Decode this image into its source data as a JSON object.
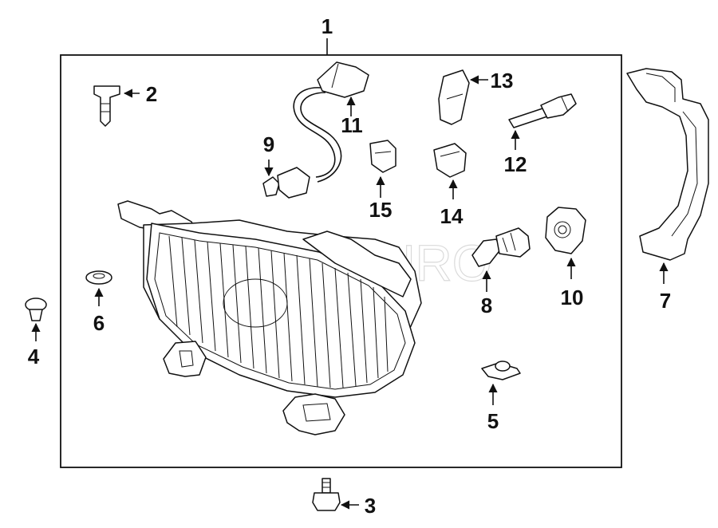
{
  "callouts": {
    "c1": "1",
    "c2": "2",
    "c3": "3",
    "c4": "4",
    "c5": "5",
    "c6": "6",
    "c7": "7",
    "c8": "8",
    "c9": "9",
    "c10": "10",
    "c11": "11",
    "c12": "12",
    "c13": "13",
    "c14": "14",
    "c15": "15"
  },
  "watermark": "ECSEURO",
  "colors": {
    "line": "#111111",
    "background": "#ffffff",
    "watermark": "#bdbdbd"
  }
}
